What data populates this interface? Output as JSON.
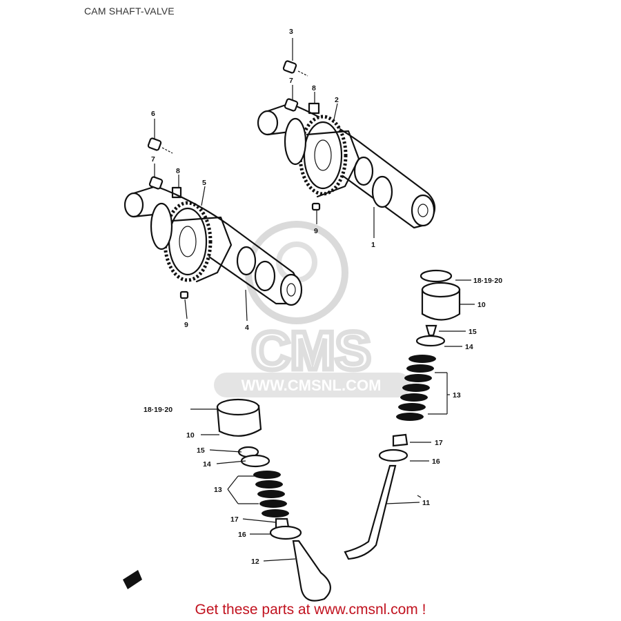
{
  "title": "CAM SHAFT-VALVE",
  "footer": "Get these parts at www.cmsnl.com !",
  "watermark": {
    "logo_text": "CMS",
    "url_text": "WWW.CMSNL.COM"
  },
  "callouts": {
    "c1": "1",
    "c2": "2",
    "c3": "3",
    "c4": "4",
    "c5": "5",
    "c6": "6",
    "c7a": "7",
    "c7b": "7",
    "c8a": "8",
    "c8b": "8",
    "c9a": "9",
    "c9b": "9",
    "c10a": "10",
    "c10b": "10",
    "c11": "11",
    "c12": "12",
    "c13a": "13",
    "c13b": "13",
    "c14a": "14",
    "c14b": "14",
    "c15a": "15",
    "c15b": "15",
    "c16a": "16",
    "c16b": "16",
    "c17a": "17",
    "c17b": "17",
    "c181920a": "18·19·20",
    "c181920b": "18·19·20"
  }
}
